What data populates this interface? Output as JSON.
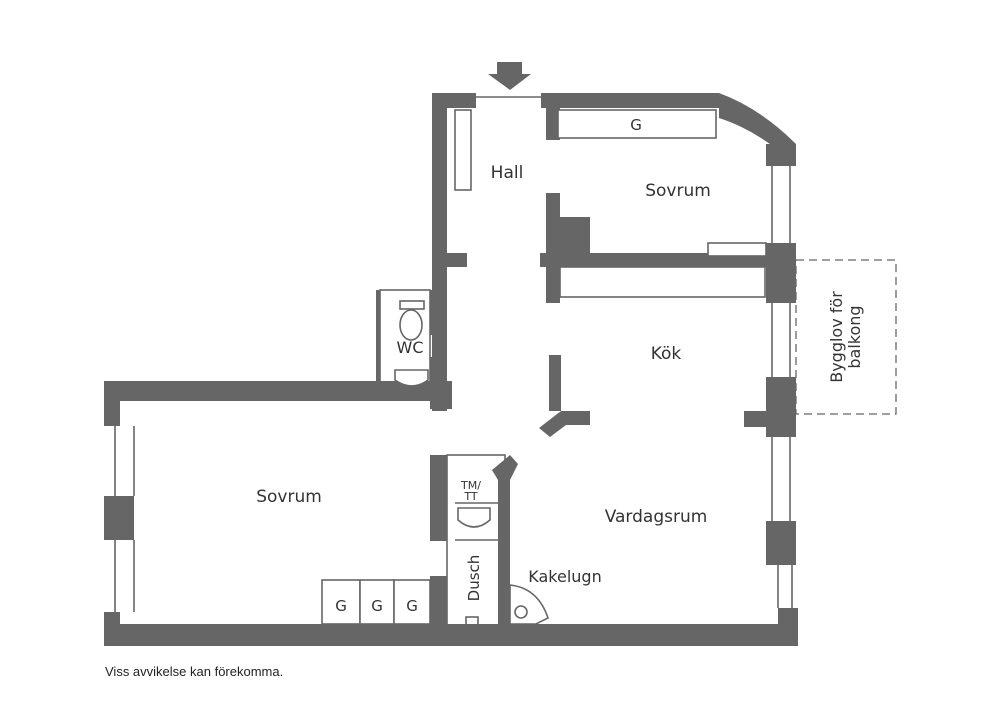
{
  "colors": {
    "wall": "#666666",
    "line": "#666666",
    "text": "#333333",
    "background": "#ffffff"
  },
  "rooms": {
    "hall": "Hall",
    "sovrum_top": "Sovrum",
    "kok": "Kök",
    "wc": "WC",
    "sovrum_left": "Sovrum",
    "vardagsrum": "Vardagsrum",
    "tm_tt": "TM/\nTT",
    "dusch": "Dusch",
    "kakelugn": "Kakelugn"
  },
  "labels": {
    "balcony_line1": "Bygglov för",
    "balcony_line2": "balkong",
    "wardrobe": "G"
  },
  "icons": [
    "entrance-arrow-icon",
    "toilet-icon",
    "sink-icon",
    "drain-icon",
    "tiled-stove-icon"
  ],
  "note": "Viss avvikelse kan förekomma."
}
